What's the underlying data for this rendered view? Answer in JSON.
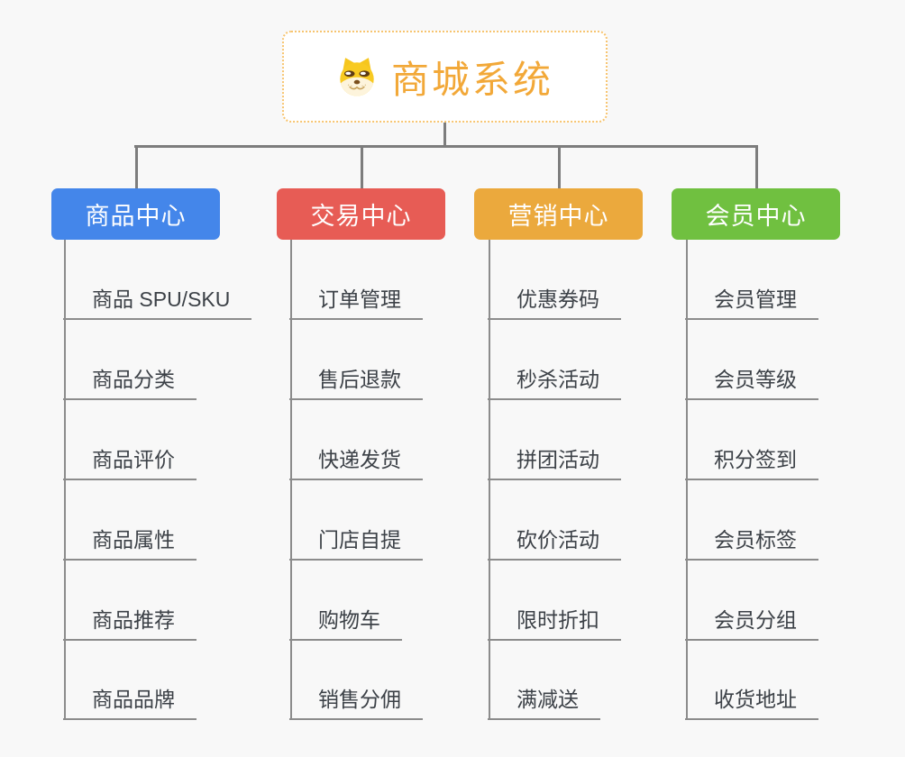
{
  "root": {
    "title": "商城系统",
    "icon": "dog-face-icon"
  },
  "theme": {
    "background": "#f8f8f8",
    "connector_color": "#7d7d7d",
    "branch_line_color": "#8c8c8c",
    "root_text_color": "#f2a838",
    "root_border_color": "#f7c46f"
  },
  "branches": [
    {
      "label": "商品中心",
      "color": "#4486ea",
      "children": [
        "商品 SPU/SKU",
        "商品分类",
        "商品评价",
        "商品属性",
        "商品推荐",
        "商品品牌"
      ]
    },
    {
      "label": "交易中心",
      "color": "#e75c55",
      "children": [
        "订单管理",
        "售后退款",
        "快递发货",
        "门店自提",
        "购物车",
        "销售分佣"
      ]
    },
    {
      "label": "营销中心",
      "color": "#eba93d",
      "children": [
        "优惠券码",
        "秒杀活动",
        "拼团活动",
        "砍价活动",
        "限时折扣",
        "满减送"
      ]
    },
    {
      "label": "会员中心",
      "color": "#70c040",
      "children": [
        "会员管理",
        "会员等级",
        "积分签到",
        "会员标签",
        "会员分组",
        "收货地址"
      ]
    }
  ]
}
